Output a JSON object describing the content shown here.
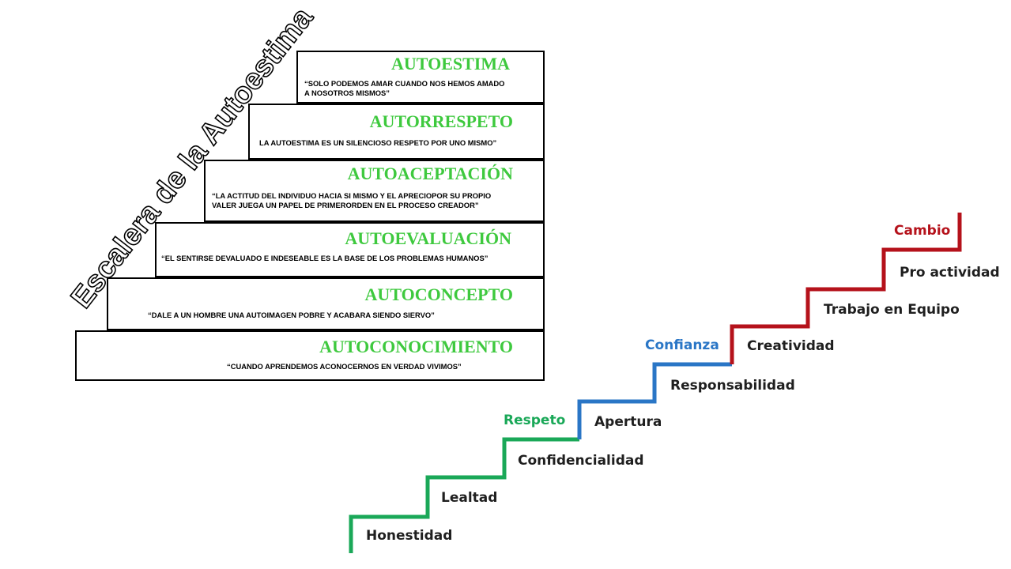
{
  "left_diagram": {
    "title": "Escalera de la Autoestima",
    "steps": [
      {
        "title": "AUTOESTIMA",
        "quote_lines": [
          "“SOLO PODEMOS AMAR  CUANDO NOS HEMOS  AMADO",
          "A NOSOTROS MISMOS”"
        ]
      },
      {
        "title": "AUTORRESPETO",
        "quote_lines": [
          "LA AUTOESTIMA ES UN SILENCIOSO RESPETO POR UNO MISMO”"
        ]
      },
      {
        "title": "AUTOACEPTACIÓN",
        "quote_lines": [
          "“LA ACTITUD DEL INDIVIDUO HACIA SI MISMO Y EL APRECIOPOR SU PROPIO",
          "VALER JUEGA UN PAPEL  DE PRIMERORDEN EN EL PROCESO CREADOR”"
        ]
      },
      {
        "title": "AUTOEVALUACIÓN",
        "quote_lines": [
          "“EL SENTIRSE DEVALUADO E INDESEABLE ES LA BASE DE LOS PROBLEMAS HUMANOS”"
        ]
      },
      {
        "title": "AUTOCONCEPTO",
        "quote_lines": [
          "“DALE A UN HOMBRE  UNA AUTOIMAGEN POBRE Y ACABARA SIENDO SIERVO”"
        ]
      },
      {
        "title": "AUTOCONOCIMIENTO",
        "quote_lines": [
          "“CUANDO APRENDEMOS ACONOCERNOS EN VERDAD VIVIMOS”"
        ]
      }
    ]
  },
  "right_diagram": {
    "steps": [
      "Honestidad",
      "Lealtad",
      "Confidencialidad",
      "Apertura",
      "Responsabilidad",
      "Creatividad",
      "Trabajo en Equipo",
      "Pro actividad"
    ],
    "milestones": [
      {
        "label": "Respeto",
        "color": "#1aa858"
      },
      {
        "label": "Confianza",
        "color": "#2a76c6"
      },
      {
        "label": "Cambio",
        "color": "#b5121b"
      }
    ]
  }
}
